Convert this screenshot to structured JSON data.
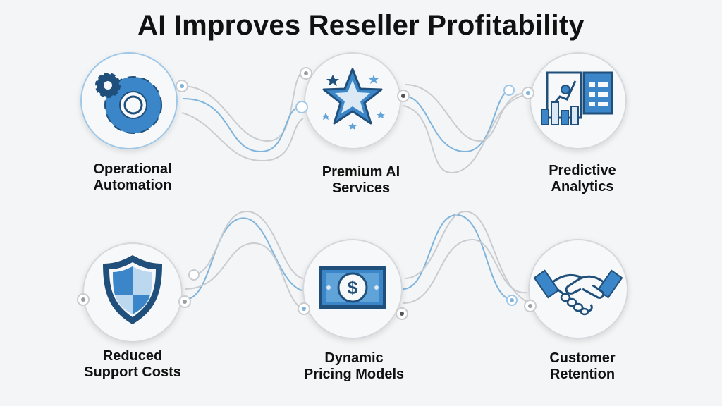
{
  "title": "AI Improves Reseller Profitability",
  "colors": {
    "accent": "#3a86c8",
    "accent_dark": "#1f4f7a",
    "accent_light": "#9fc8e8",
    "connector_blue": "#7fb4dc",
    "connector_gray": "#c9ccd0",
    "circle_fill": "#f7f8f9",
    "circle_border": "#d5d8dc"
  },
  "nodes": [
    {
      "id": "operational-automation",
      "icon": "gears-icon",
      "lines": [
        "Operational",
        "Automation"
      ]
    },
    {
      "id": "premium-ai-services",
      "icon": "star-icon",
      "lines": [
        "Premium AI",
        "Services"
      ]
    },
    {
      "id": "predictive-analytics",
      "icon": "analytics-chart-icon",
      "lines": [
        "Predictive",
        "Analytics"
      ]
    },
    {
      "id": "reduced-support-costs",
      "icon": "shield-icon",
      "lines": [
        "Reduced",
        "Support Costs"
      ]
    },
    {
      "id": "dynamic-pricing-models",
      "icon": "dollar-bill-icon",
      "lines": [
        "Dynamic",
        "Pricing Models"
      ]
    },
    {
      "id": "customer-retention",
      "icon": "handshake-icon",
      "lines": [
        "Customer",
        "Retention"
      ]
    }
  ]
}
